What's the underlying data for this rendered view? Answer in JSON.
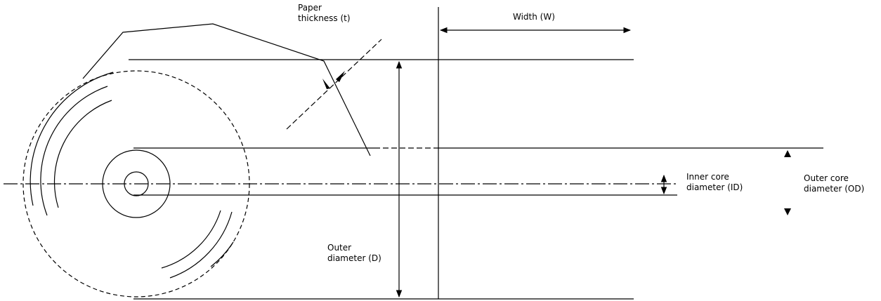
{
  "labels": {
    "paper_thickness": [
      "Paper",
      "thickness (t)"
    ],
    "width": "Width (W)",
    "inner_core_diameter": [
      "Inner core",
      "diameter (ID)"
    ],
    "outer_core_diameter": [
      "Outer core",
      "diameter (OD)"
    ],
    "outer_diameter": [
      "Outer",
      "diameter (D)"
    ]
  },
  "colors": {
    "ink": "#000000",
    "background": "#ffffff"
  }
}
